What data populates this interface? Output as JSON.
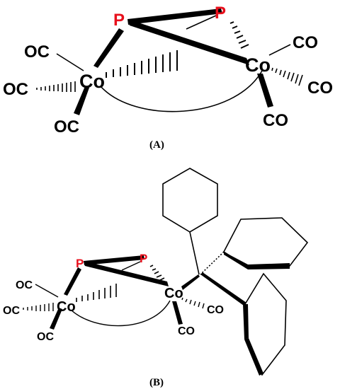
{
  "colors": {
    "phosphorus": "#e8101c",
    "bond": "#000000",
    "text": "#000000"
  },
  "panel_a": {
    "label": "(A)",
    "atoms": {
      "p_left": "P",
      "p_right": "P",
      "co_left": "Co",
      "co_right": "Co",
      "co_left_l1": "OC",
      "co_left_l2": "OC",
      "co_left_l3": "OC",
      "co_right_l1": "CO",
      "co_right_l2": "CO",
      "co_right_l3": "CO"
    }
  },
  "panel_b": {
    "label": "(B)",
    "atoms": {
      "p_left": "P",
      "p_right": "P",
      "co_left": "Co",
      "co_right": "Co",
      "co_left_l1": "OC",
      "co_left_l2": "OC",
      "co_left_l3": "OC",
      "co_right_l1": "CO",
      "co_right_l2": "CO"
    }
  }
}
